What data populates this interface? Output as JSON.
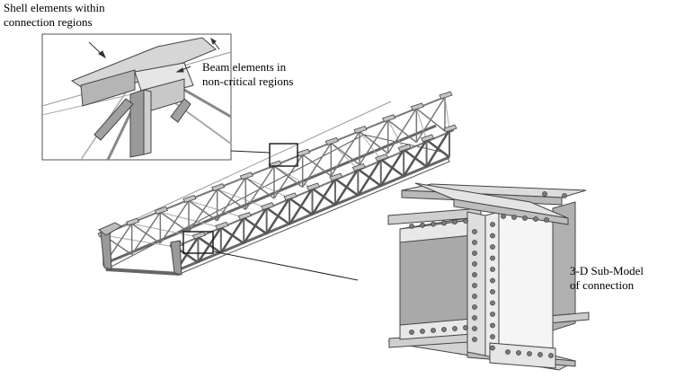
{
  "labels": {
    "shell": {
      "line1": "Shell elements within",
      "line2": "connection regions"
    },
    "beam": {
      "line1": "Beam elements in",
      "line2": "non-critical regions"
    },
    "submodel": {
      "line1": "3-D Sub-Model",
      "line2": "of connection"
    }
  },
  "colors": {
    "line": "#333333",
    "plate": "#d9d9d9",
    "plate_dark": "#a8a8a8",
    "plate_light": "#f2f2f2",
    "bolt": "#808080"
  }
}
